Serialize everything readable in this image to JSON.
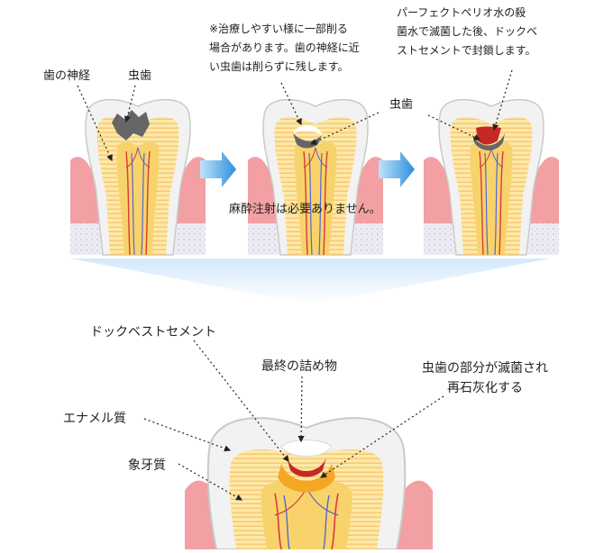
{
  "top_row": {
    "nerve_label": "歯の神経",
    "caries_label": "虫歯",
    "note_partial_removal": [
      "※治療しやすい様に一部削る",
      "場合があります。歯の神経に近",
      "い虫歯は削らずに残します。"
    ],
    "caries_label_2": "虫歯",
    "note_sterilize": [
      "パーフェクトペリオ水の殺",
      "菌水で滅菌した後、ドックベ",
      "ストセメントで封鎖します。"
    ],
    "no_anesthesia": "麻酔注射は必要ありません。"
  },
  "detail": {
    "dockbest_label": "ドックベストセメント",
    "final_filling_label": "最終の詰め物",
    "sterilized_label": [
      "虫歯の部分が滅菌され",
      "再石灰化する"
    ],
    "enamel_label": "エナメル質",
    "dentin_label": "象牙質"
  },
  "colors": {
    "enamel": "#f2f2f2",
    "enamel_edge": "#c9c9c9",
    "dentin": "#fde9a6",
    "dentin_stripe": "#f7c778",
    "pulp": "#f8d36b",
    "gum": "#f2a0a3",
    "gum_light": "#f9cfd1",
    "nerve_red": "#d83a3a",
    "nerve_blue": "#5566cc",
    "caries": "#666666",
    "cement": "#f5a623",
    "filling": "#ffffff",
    "sterile_red": "#c62828",
    "arrow_blue": "#3a9be0"
  }
}
